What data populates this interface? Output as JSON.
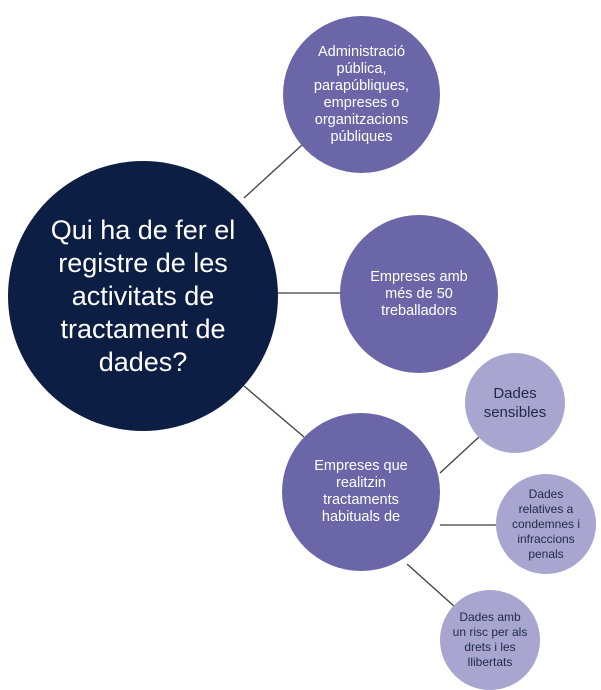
{
  "diagram": {
    "root": {
      "label": "Qui ha de fer el registre de les activitats de tractament de dades?"
    },
    "branches": [
      {
        "id": "admin",
        "label": "Administració pública, parapúbliques, empreses o organitzacions públiques"
      },
      {
        "id": "cinquanta",
        "label": "Empreses amb més de 50 treballadors"
      },
      {
        "id": "habituals",
        "label": "Empreses que realitzin tractaments habituals de"
      }
    ],
    "subbranches": [
      {
        "id": "sensibles",
        "label": "Dades sensibles"
      },
      {
        "id": "penals",
        "label": "Dades relatives a condemnes i infraccions penals"
      },
      {
        "id": "risc",
        "label": "Dades amb un risc per als drets i les llibertats"
      }
    ],
    "colors": {
      "root": "#0d1e44",
      "branch": "#6a66a8",
      "subbranch": "#a8a6d0",
      "connector": "#3f3f3f"
    }
  }
}
